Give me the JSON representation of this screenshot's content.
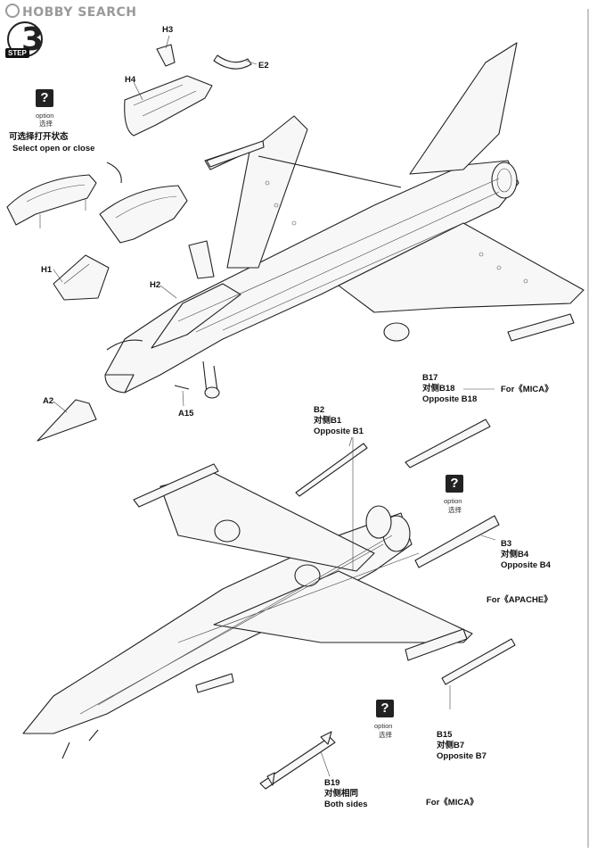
{
  "watermark": {
    "text": "HOBBY SEARCH"
  },
  "step": {
    "number": "3",
    "tag": "STEP"
  },
  "option_note_top": {
    "icon": "?",
    "word": "option",
    "cn": "选择",
    "cn_long": "可选择打开状态",
    "en": "Select open or close"
  },
  "option_note_mid": {
    "icon": "?",
    "word": "option",
    "cn": "选择"
  },
  "option_note_bottom": {
    "icon": "?",
    "word": "option",
    "cn": "选择"
  },
  "labels": {
    "h3": "H3",
    "h4": "H4",
    "e2": "E2",
    "h1": "H1",
    "h2": "H2",
    "a2": "A2",
    "a15": "A15"
  },
  "b17_note": {
    "part": "B17",
    "cn": "对侧B18",
    "opposite": "Opposite B18",
    "for_label": "For《MICA》"
  },
  "b2_note": {
    "part": "B2",
    "cn": "对侧B1",
    "opposite": "Opposite B1"
  },
  "b3_note": {
    "part": "B3",
    "cn": "对侧B4",
    "opposite": "Opposite B4",
    "for_label": "For《APACHE》"
  },
  "b15_note": {
    "part": "B15",
    "cn": "对侧B7",
    "opposite": "Opposite B7",
    "for_label": "For《MICA》"
  },
  "b19_note": {
    "part": "B19",
    "cn": "对侧相同",
    "en": "Both sides"
  }
}
